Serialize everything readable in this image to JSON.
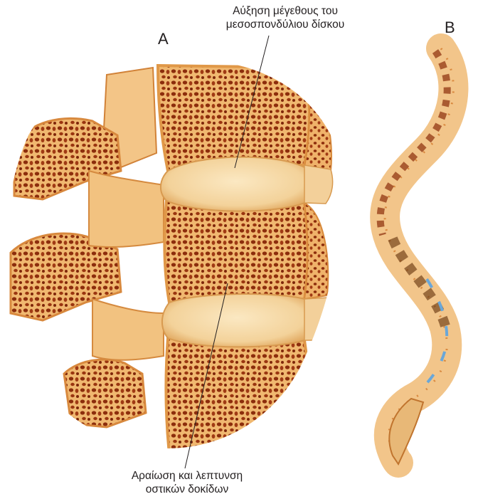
{
  "panels": {
    "a": "A",
    "b": "B"
  },
  "annotations": {
    "disc_line1": "Αύξηση μέγεθους του",
    "disc_line2": "μεσοσπονδύλιου δίσκου",
    "bone_line1": "Αραίωση και λεπτυνση",
    "bone_line2": "οστικών δοκίδων"
  },
  "colors": {
    "bone_light": "#f5cf95",
    "bone_mid": "#e39a4e",
    "bone_dark": "#8c2d0c",
    "cortex": "#d9843a",
    "disc": "#f6dcaa",
    "disc_blue": "#6aa7d8",
    "text": "#231f20"
  }
}
